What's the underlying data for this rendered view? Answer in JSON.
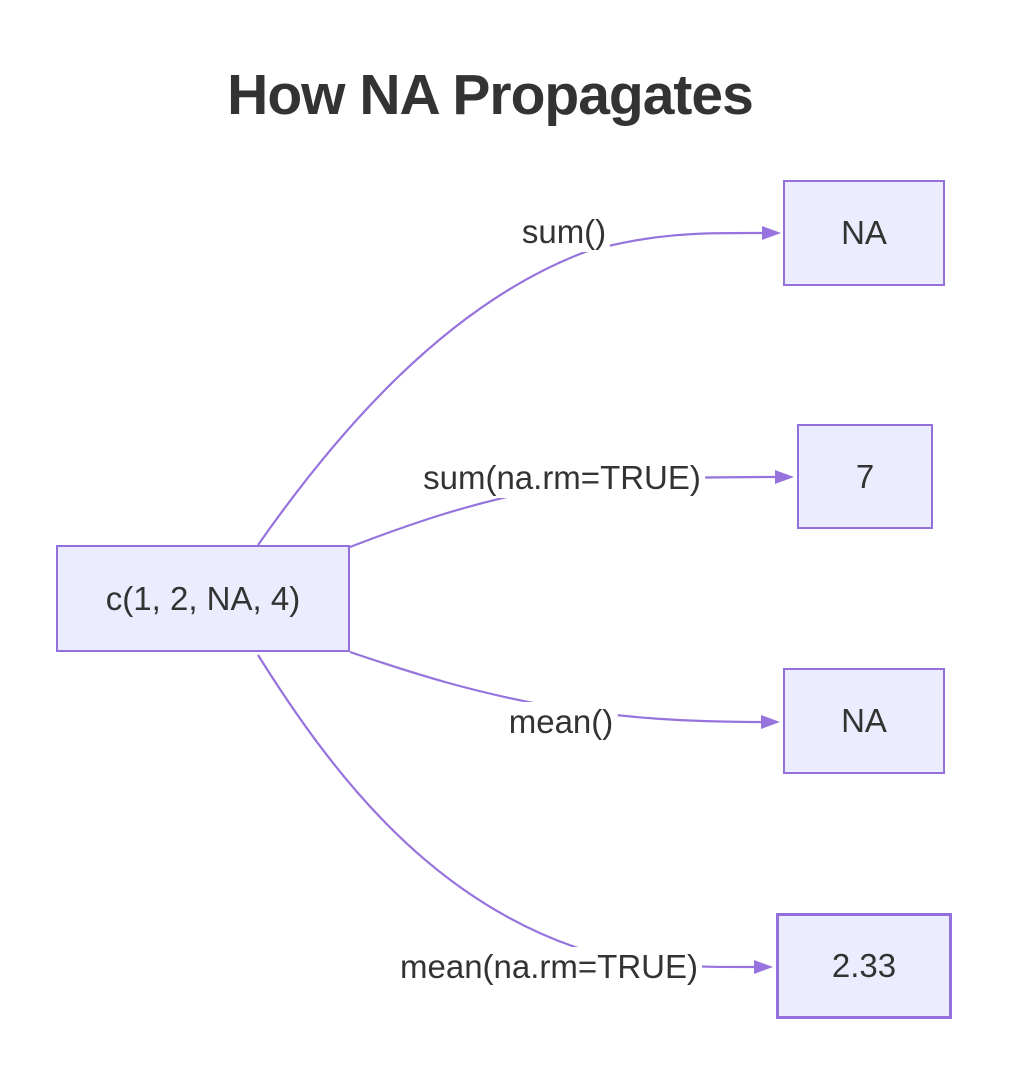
{
  "title": "How NA Propagates",
  "colors": {
    "node_fill": "#ECECFF",
    "node_border": "#9370DB",
    "edge": "#9673DD",
    "text": "#333333"
  },
  "diagram": {
    "source_node": {
      "label": "c(1, 2, NA, 4)"
    },
    "edges": [
      {
        "label": "sum()",
        "result": "NA"
      },
      {
        "label": "sum(na.rm=TRUE)",
        "result": "7"
      },
      {
        "label": "mean()",
        "result": "NA"
      },
      {
        "label": "mean(na.rm=TRUE)",
        "result": "2.33"
      }
    ]
  }
}
